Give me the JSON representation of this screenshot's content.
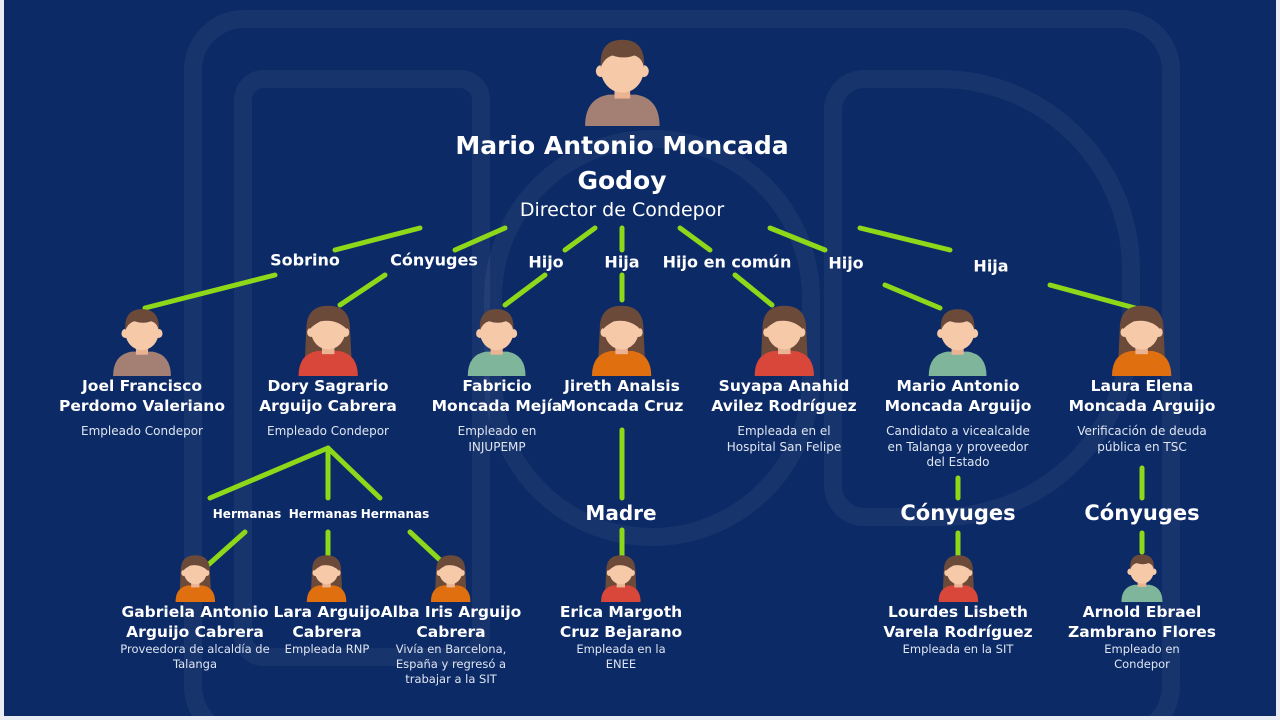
{
  "colors": {
    "background": "#0c2a66",
    "connector": "#8ed81a",
    "skin": "#f6c9a8",
    "hair": "#6b4a3a"
  },
  "root": {
    "name_line1": "Mario Antonio Moncada",
    "name_line2": "Godoy",
    "role": "Director de Condepor",
    "shirt": "#a47f74",
    "gender": "m"
  },
  "relations": [
    {
      "id": "sobrino",
      "label": "Sobrino"
    },
    {
      "id": "conyuges1",
      "label": "Cónyuges"
    },
    {
      "id": "hijo1",
      "label": "Hijo"
    },
    {
      "id": "hija1",
      "label": "Hija"
    },
    {
      "id": "hijocomun",
      "label": "Hijo en común"
    },
    {
      "id": "hijo2",
      "label": "Hijo"
    },
    {
      "id": "hija2",
      "label": "Hija"
    },
    {
      "id": "herm1",
      "label": "Hermanas"
    },
    {
      "id": "herm2",
      "label": "Hermanas"
    },
    {
      "id": "herm3",
      "label": "Hermanas"
    },
    {
      "id": "madre",
      "label": "Madre"
    },
    {
      "id": "conyuges2",
      "label": "Cónyuges"
    },
    {
      "id": "conyuges3",
      "label": "Cónyuges"
    }
  ],
  "people": [
    {
      "id": "joel",
      "name": [
        "Joel Francisco",
        "Perdomo Valeriano"
      ],
      "desc": [
        "Empleado Condepor"
      ],
      "shirt": "#a47f74",
      "gender": "m"
    },
    {
      "id": "dory",
      "name": [
        "Dory Sagrario",
        "Arguijo Cabrera"
      ],
      "desc": [
        "Empleado Condepor"
      ],
      "shirt": "#d9463a",
      "gender": "f"
    },
    {
      "id": "fabricio",
      "name": [
        "Fabricio",
        "Moncada Mejía"
      ],
      "desc": [
        "Empleado en",
        "INJUPEMP"
      ],
      "shirt": "#7fb59a",
      "gender": "m"
    },
    {
      "id": "jireth",
      "name": [
        "Jireth Analsis",
        "Moncada Cruz"
      ],
      "desc": [],
      "shirt": "#e0700f",
      "gender": "f"
    },
    {
      "id": "suyapa",
      "name": [
        "Suyapa Anahid",
        "Avilez Rodríguez"
      ],
      "desc": [
        "Empleada en el",
        "Hospital San Felipe"
      ],
      "shirt": "#d9463a",
      "gender": "f"
    },
    {
      "id": "mario",
      "name": [
        "Mario Antonio",
        "Moncada Arguijo"
      ],
      "desc": [
        "Candidato a vicealcalde",
        "en Talanga y proveedor",
        "del Estado"
      ],
      "shirt": "#7fb59a",
      "gender": "m"
    },
    {
      "id": "laura",
      "name": [
        "Laura Elena",
        "Moncada Arguijo"
      ],
      "desc": [
        "Verificación de deuda",
        "pública en TSC"
      ],
      "shirt": "#e0700f",
      "gender": "f"
    },
    {
      "id": "gabriela",
      "name": [
        "Gabriela Antonio",
        "Arguijo Cabrera"
      ],
      "desc": [
        "Proveedora de alcaldía de",
        "Talanga"
      ],
      "shirt": "#e0700f",
      "gender": "f"
    },
    {
      "id": "lara",
      "name": [
        "Lara Arguijo",
        "Cabrera"
      ],
      "desc": [
        "Empleada RNP"
      ],
      "shirt": "#e0700f",
      "gender": "f"
    },
    {
      "id": "alba",
      "name": [
        "Alba Iris Arguijo",
        "Cabrera"
      ],
      "desc": [
        "Vivía en Barcelona,",
        "España y regresó a",
        "trabajar a la SIT"
      ],
      "shirt": "#e0700f",
      "gender": "f"
    },
    {
      "id": "erica",
      "name": [
        "Erica Margoth",
        "Cruz Bejarano"
      ],
      "desc": [
        "Empleada en la",
        "ENEE"
      ],
      "shirt": "#d9463a",
      "gender": "f"
    },
    {
      "id": "lourdes",
      "name": [
        "Lourdes Lisbeth",
        "Varela Rodríguez"
      ],
      "desc": [
        "Empleada en la SIT"
      ],
      "shirt": "#d9463a",
      "gender": "f"
    },
    {
      "id": "arnold",
      "name": [
        "Arnold Ebrael",
        "Zambrano Flores"
      ],
      "desc": [
        "Empleado en",
        "Condepor"
      ],
      "shirt": "#7fb59a",
      "gender": "m"
    }
  ]
}
